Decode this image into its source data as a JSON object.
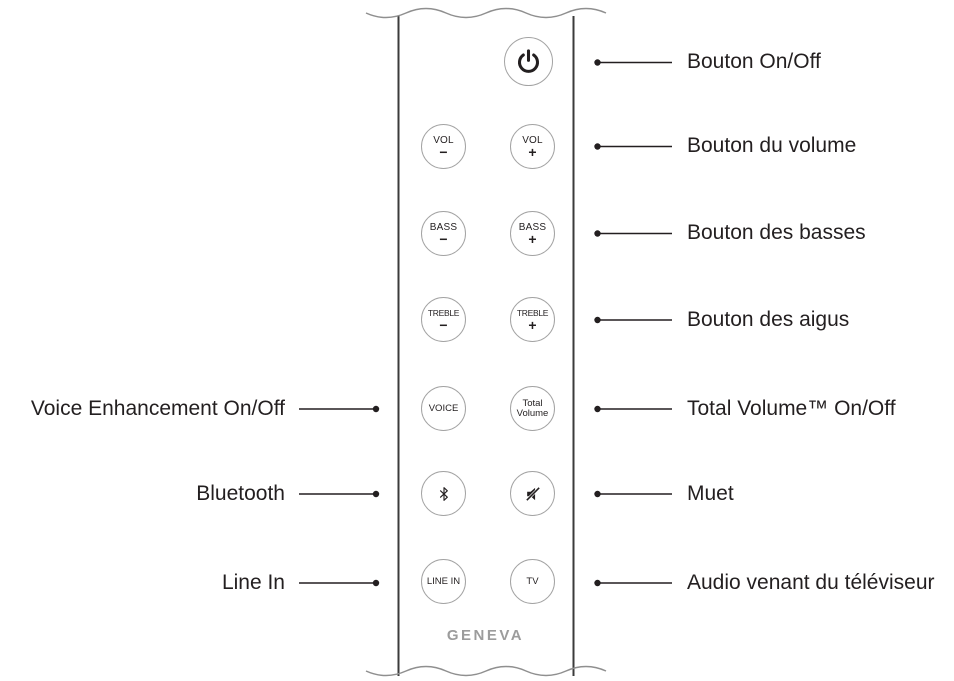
{
  "brand": "GENEVA",
  "buttons": {
    "power": {
      "icon": "power-icon"
    },
    "vol_minus": {
      "top": "VOL",
      "sign": "−"
    },
    "vol_plus": {
      "top": "VOL",
      "sign": "+"
    },
    "bass_minus": {
      "top": "BASS",
      "sign": "−"
    },
    "bass_plus": {
      "top": "BASS",
      "sign": "+"
    },
    "treble_minus": {
      "top": "TREBLE",
      "sign": "−"
    },
    "treble_plus": {
      "top": "TREBLE",
      "sign": "+"
    },
    "voice": {
      "label": "VOICE"
    },
    "total_volume": {
      "line1": "Total",
      "line2": "Volume"
    },
    "bluetooth": {
      "icon": "bluetooth-icon"
    },
    "mute": {
      "icon": "mute-icon"
    },
    "line_in": {
      "label": "LINE IN"
    },
    "tv": {
      "label": "TV"
    }
  },
  "callouts_right": [
    "Bouton On/Off",
    "Bouton du volume",
    "Bouton des basses",
    "Bouton des aigus",
    "Total Volume™ On/Off",
    "Muet",
    "Audio venant du téléviseur"
  ],
  "callouts_left": [
    "Voice Enhancement On/Off",
    "Bluetooth",
    "Line In"
  ],
  "colors": {
    "label_text": "#231f20",
    "button_outline": "#a3a3a3",
    "brand_gray": "#9c9c9c",
    "wave_gray": "#8f8f8f",
    "body_line": "#3b3b3b"
  }
}
